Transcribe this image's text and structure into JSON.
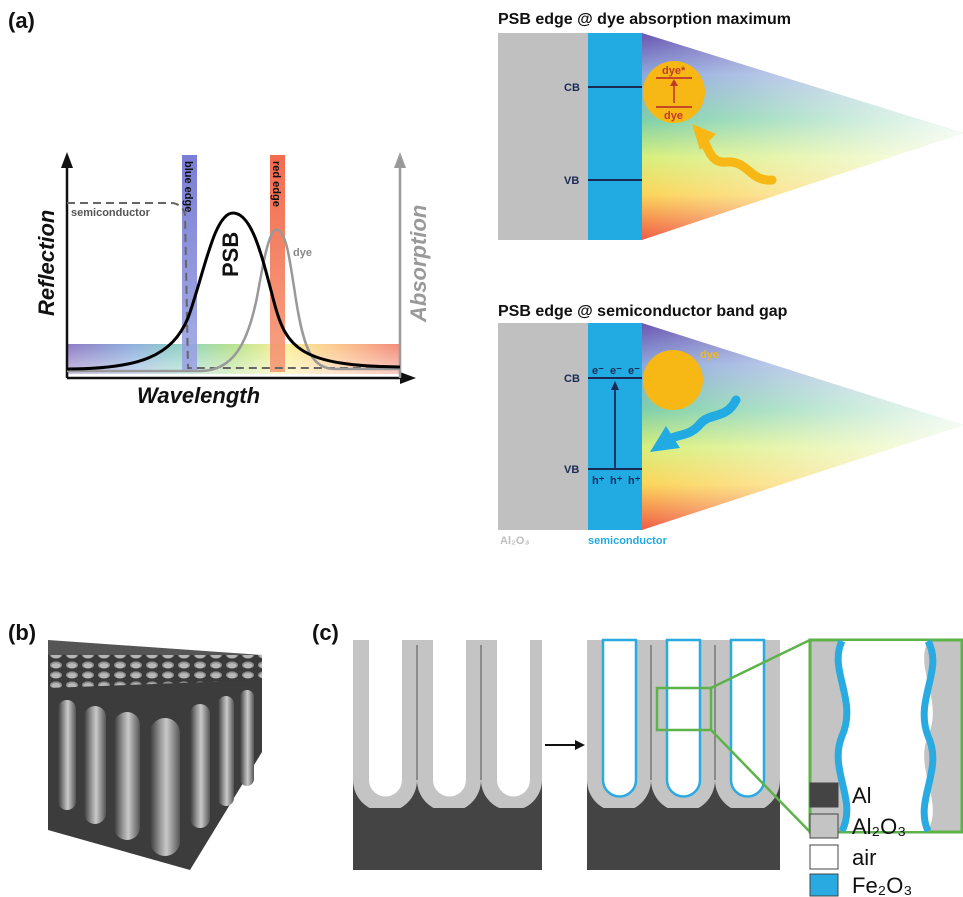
{
  "panels": {
    "a": "(a)",
    "b": "(b)",
    "c": "(c)"
  },
  "spectrum_plot": {
    "y_left": "Reflection",
    "y_right": "Absorption",
    "x_label": "Wavelength",
    "semiconductor": "semiconductor",
    "blue_edge": "blue edge",
    "red_edge": "red edge",
    "psb": "PSB",
    "dye": "dye",
    "colors": {
      "psb_curve": "#000000",
      "dye_curve": "#999999",
      "blue_edge": "#7b7fd6",
      "red_edge": "#f26a45"
    }
  },
  "top_scheme": {
    "title": "PSB edge @ dye absorption maximum",
    "cb": "CB",
    "vb": "VB",
    "dye_excited": "dye*",
    "dye_ground": "dye"
  },
  "bottom_scheme": {
    "title": "PSB edge @ semiconductor band gap",
    "cb": "CB",
    "vb": "VB",
    "electron": "e⁻",
    "hole": "h⁺",
    "dye": "dye",
    "alumina": "Al₂O₃",
    "semiconductor": "semiconductor"
  },
  "legend": {
    "items": [
      {
        "label": "Al",
        "color": "#444444"
      },
      {
        "label": "Al₂O₃",
        "color": "#c4c4c4"
      },
      {
        "label": "air",
        "color": "#ffffff"
      },
      {
        "label": "Fe₂O₃",
        "color": "#29abe2"
      }
    ]
  },
  "colors": {
    "semiconductor": "#22aae3",
    "alumina": "#c0c0c0",
    "dye": "#f7b715",
    "band_line": "#1a2a55",
    "zoom_frame": "#5db34a"
  }
}
